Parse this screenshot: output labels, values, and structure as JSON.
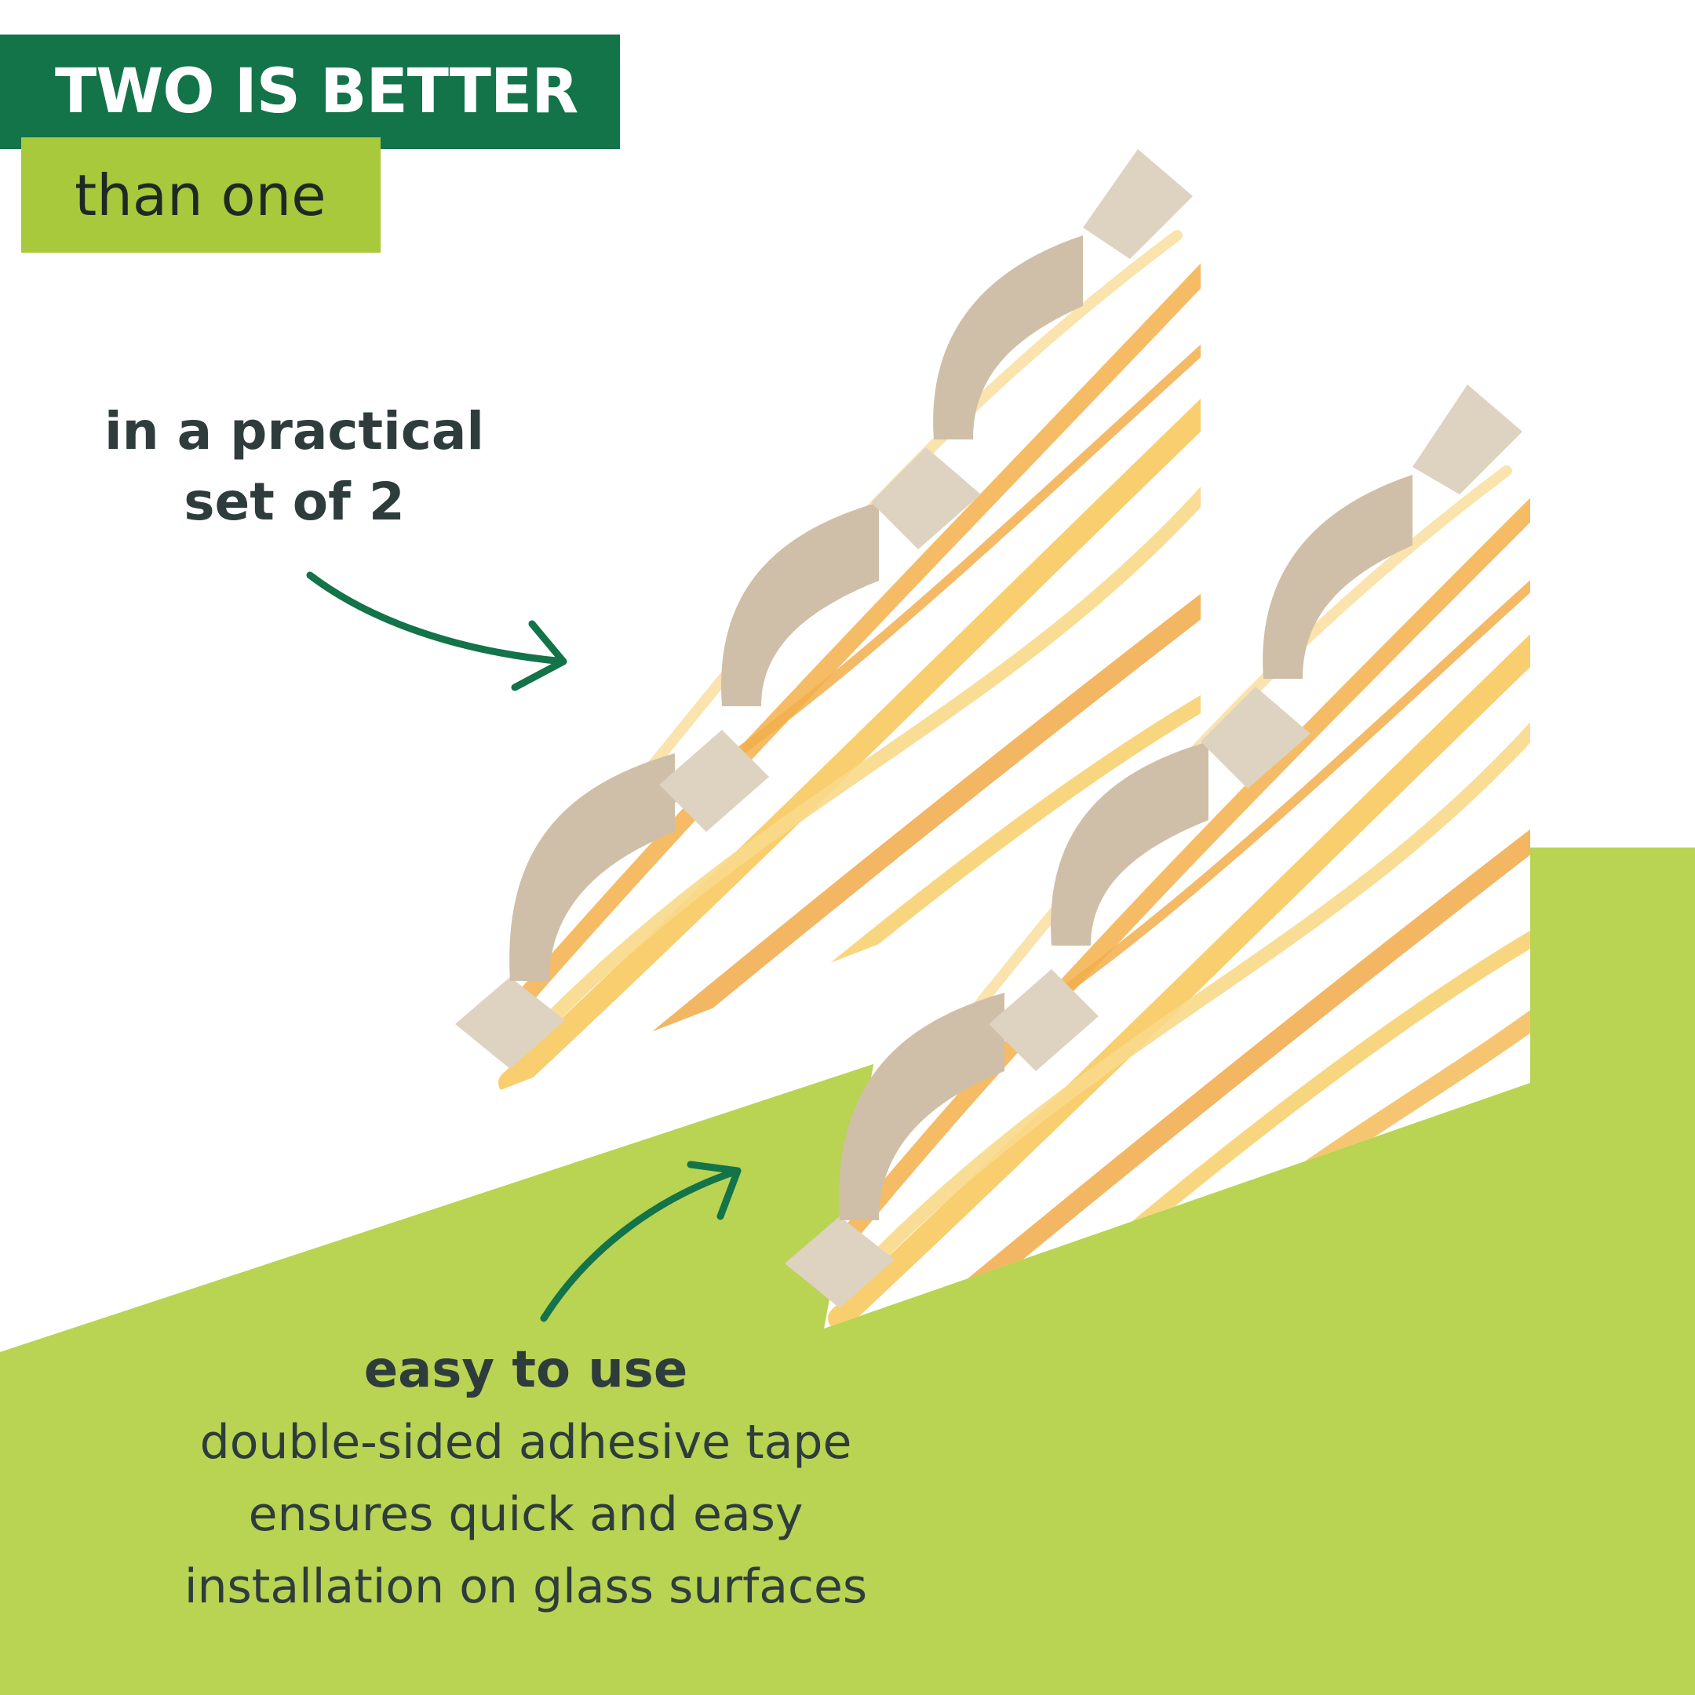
{
  "banner": {
    "title": "TWO IS BETTER",
    "subtitle": "than one"
  },
  "callout_set": {
    "line1": "in a practical",
    "line2": "set of 2"
  },
  "callout_ease": {
    "title": "easy to use",
    "line1": "double-sided adhesive tape",
    "line2": "ensures quick and easy",
    "line3": "installation on glass surfaces"
  },
  "colors": {
    "banner_green": "#137349",
    "lime": "#a8c93b",
    "floor_green": "#b9d353",
    "text_dark": "#2e3c3c",
    "arrow_green": "#137349",
    "tab_beige": "#d8c9b4",
    "swirl_orange": "#f2a93b"
  },
  "icons": [
    "arrow-curved-right-icon",
    "arrow-curved-up-icon"
  ]
}
